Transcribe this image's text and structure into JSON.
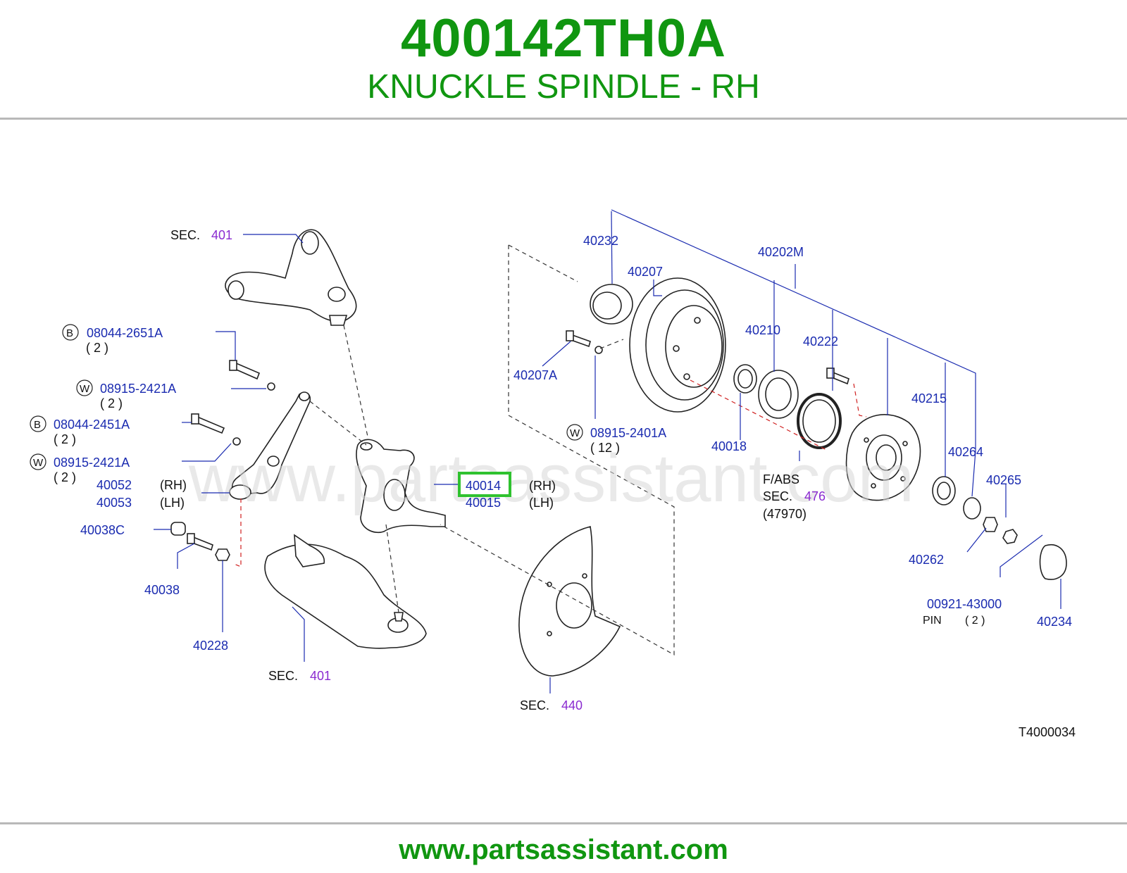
{
  "header": {
    "part_number": "400142TH0A",
    "part_name": "KNUCKLE SPINDLE - RH"
  },
  "footer": {
    "website": "www.partsassistant.com"
  },
  "watermark": "www.partsassistant.com",
  "diagram_code": "T4000034",
  "colors": {
    "brand_green": "#109610",
    "label_blue": "#1a2bb0",
    "section_purple": "#8a2ad0",
    "highlight_green": "#2fc22f"
  },
  "highlighted_part": "40014",
  "callouts": {
    "sec401_top": {
      "prefix": "SEC.",
      "number": "401"
    },
    "b_08044_2651A": {
      "badge": "B",
      "code": "08044-2651A",
      "qty": "( 2 )"
    },
    "w_08915_2421A_1": {
      "badge": "W",
      "code": "08915-2421A",
      "qty": "( 2 )"
    },
    "b_08044_2451A": {
      "badge": "B",
      "code": "08044-2451A",
      "qty": "( 2 )"
    },
    "w_08915_2421A_2": {
      "badge": "W",
      "code": "08915-2421A",
      "qty": "( 2 )"
    },
    "p40052": {
      "code": "40052",
      "side": "(RH)"
    },
    "p40053": {
      "code": "40053",
      "side": "(LH)"
    },
    "p40038C": {
      "code": "40038C"
    },
    "p40038": {
      "code": "40038"
    },
    "p40228": {
      "code": "40228"
    },
    "sec401_bottom": {
      "prefix": "SEC.",
      "number": "401"
    },
    "p40014": {
      "code": "40014",
      "side": "(RH)"
    },
    "p40015": {
      "code": "40015",
      "side": "(LH)"
    },
    "sec440": {
      "prefix": "SEC.",
      "number": "440"
    },
    "p40232": {
      "code": "40232"
    },
    "p40207": {
      "code": "40207"
    },
    "p40202M": {
      "code": "40202M"
    },
    "p40207A": {
      "code": "40207A"
    },
    "w_08915_2401A": {
      "badge": "W",
      "code": "08915-2401A",
      "qty": "( 12 )"
    },
    "p40210": {
      "code": "40210"
    },
    "p40222": {
      "code": "40222"
    },
    "p40018": {
      "code": "40018"
    },
    "p40215": {
      "code": "40215"
    },
    "p40264": {
      "code": "40264"
    },
    "p40265": {
      "code": "40265"
    },
    "fabs": {
      "label": "F/ABS",
      "prefix": "SEC.",
      "number": "476",
      "sub": "(47970)"
    },
    "p40262": {
      "code": "40262"
    },
    "p00921_43000": {
      "code": "00921-43000",
      "pin": "PIN",
      "qty": "( 2 )"
    },
    "p40234": {
      "code": "40234"
    }
  }
}
